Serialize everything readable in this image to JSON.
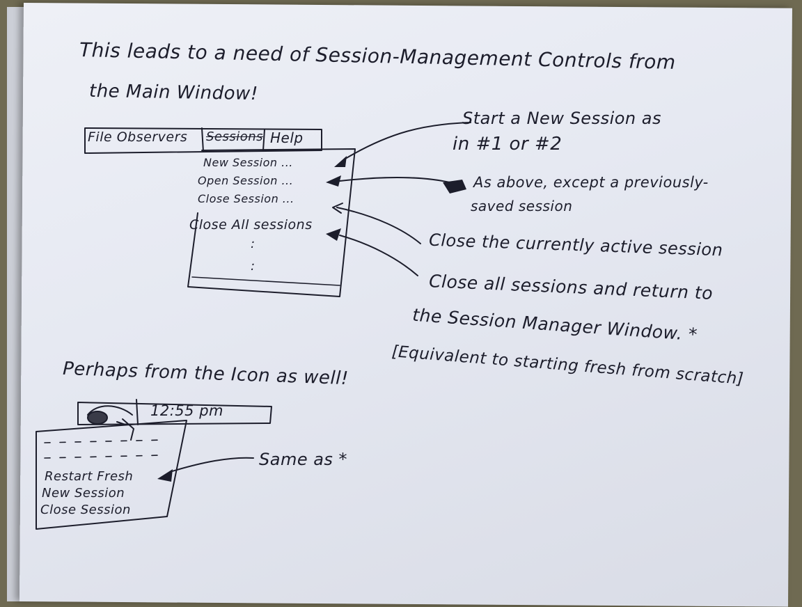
{
  "heading": {
    "line1": "This leads to a need of Session-Management Controls from",
    "line2": "the Main Window!"
  },
  "menubar": {
    "items": [
      "File Observers",
      "Sessions",
      "Help"
    ]
  },
  "sessions_menu": {
    "items": [
      "New Session ...",
      "Open Session ...",
      "Close Session ...",
      "Close All sessions"
    ],
    "ellipsis": ":"
  },
  "annotations": {
    "new_session_1": "Start a New Session as",
    "new_session_2": "in #1 or #2",
    "open_session_1": "As above, except a previously-",
    "open_session_2": "saved session",
    "close_session": "Close the currently active session",
    "close_all_1": "Close all sessions and return to",
    "close_all_2": "the Session Manager Window. *",
    "close_all_3": "[Equivalent to starting fresh from scratch]"
  },
  "icon_section": {
    "heading": "Perhaps from the Icon as well!",
    "clock": "12:55 pm",
    "menu_items": [
      "Restart Fresh",
      "New Session",
      "Close Session"
    ],
    "note": "Same as *"
  }
}
